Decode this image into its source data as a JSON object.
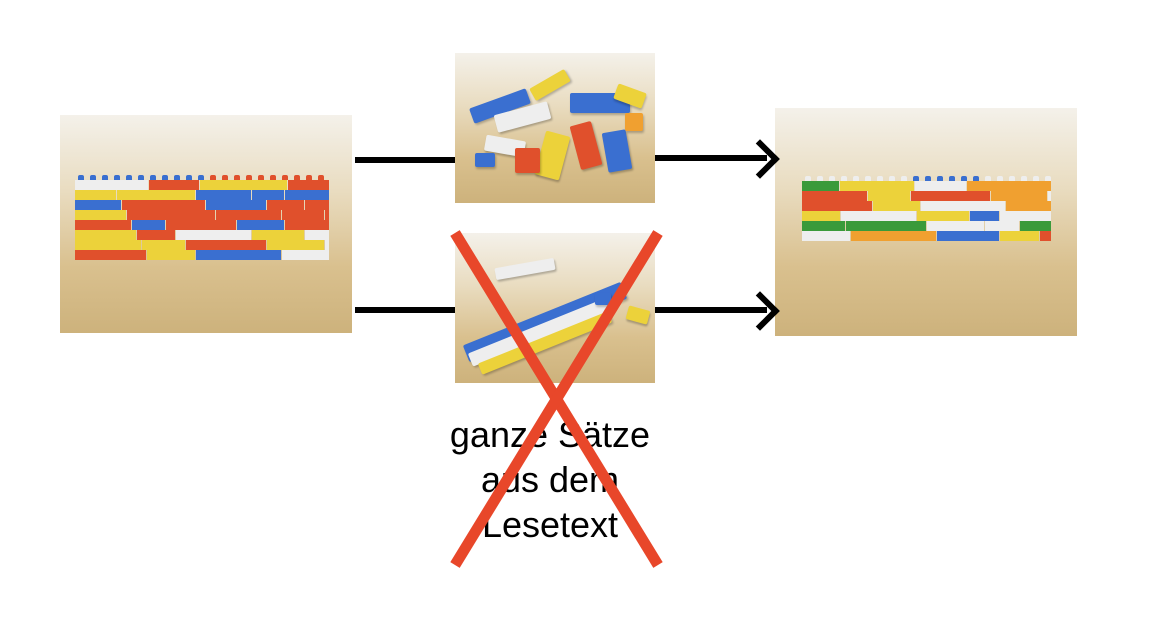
{
  "caption": {
    "line1": "ganze Sätze",
    "line2": "aus dem",
    "line3": "Lesetext"
  },
  "images": {
    "left": "lego-wall-photo",
    "middle_top": "loose-lego-bricks-photo",
    "middle_bottom": "collapsed-lego-pieces-photo",
    "right": "rebuilt-lego-wall-photo"
  },
  "colors": {
    "cross": "#e8472a",
    "arrow": "#000000",
    "lego_blue": "#3a6fd0",
    "lego_red": "#e0502c",
    "lego_yellow": "#ecd23a",
    "lego_white": "#eeeeee",
    "lego_orange": "#f0a030",
    "lego_green": "#3a9a3a"
  }
}
